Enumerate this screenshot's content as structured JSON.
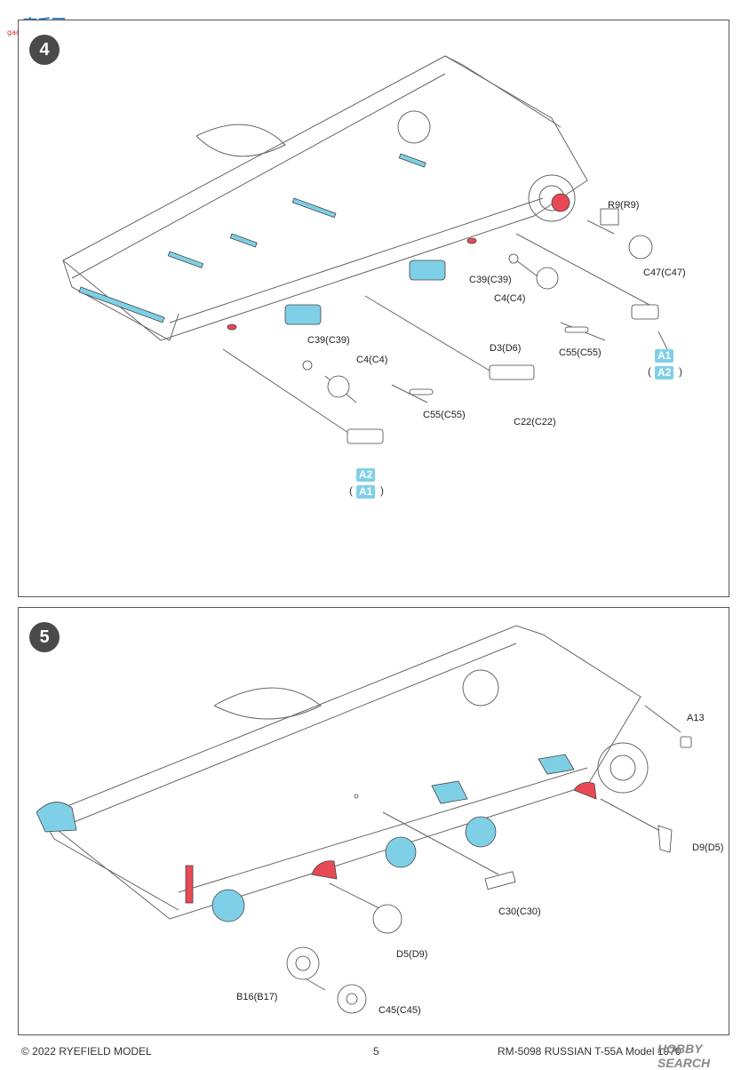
{
  "watermark": {
    "text": "高手网",
    "sub": "gao-shou.com"
  },
  "step4": {
    "number": "4",
    "labels": {
      "r9": "R9(R9)",
      "c47": "C47(C47)",
      "c39_right": "C39(C39)",
      "c4_right": "C4(C4)",
      "c55_right": "C55(C55)",
      "d3": "D3(D6)",
      "c22": "C22(C22)",
      "c39_left": "C39(C39)",
      "c4_left": "C4(C4)",
      "c55_left": "C55(C55)"
    },
    "tags_right": {
      "main": "A1",
      "alt": "A2"
    },
    "tags_left": {
      "main": "A2",
      "alt": "A1"
    }
  },
  "step5": {
    "number": "5",
    "labels": {
      "a13": "A13",
      "d9": "D9(D5)",
      "c30": "C30(C30)",
      "d5": "D5(D9)",
      "b16": "B16(B17)",
      "c45": "C45(C45)"
    }
  },
  "footer": {
    "copyright": "© 2022 RYEFIELD MODEL",
    "page": "5",
    "product": "RM-5098 RUSSIAN T-55A Model 1970",
    "source_logo": "HOBBY SEARCH"
  },
  "colors": {
    "blue_part": "#7fd0e6",
    "red_part": "#e84a55",
    "line": "#555555"
  }
}
